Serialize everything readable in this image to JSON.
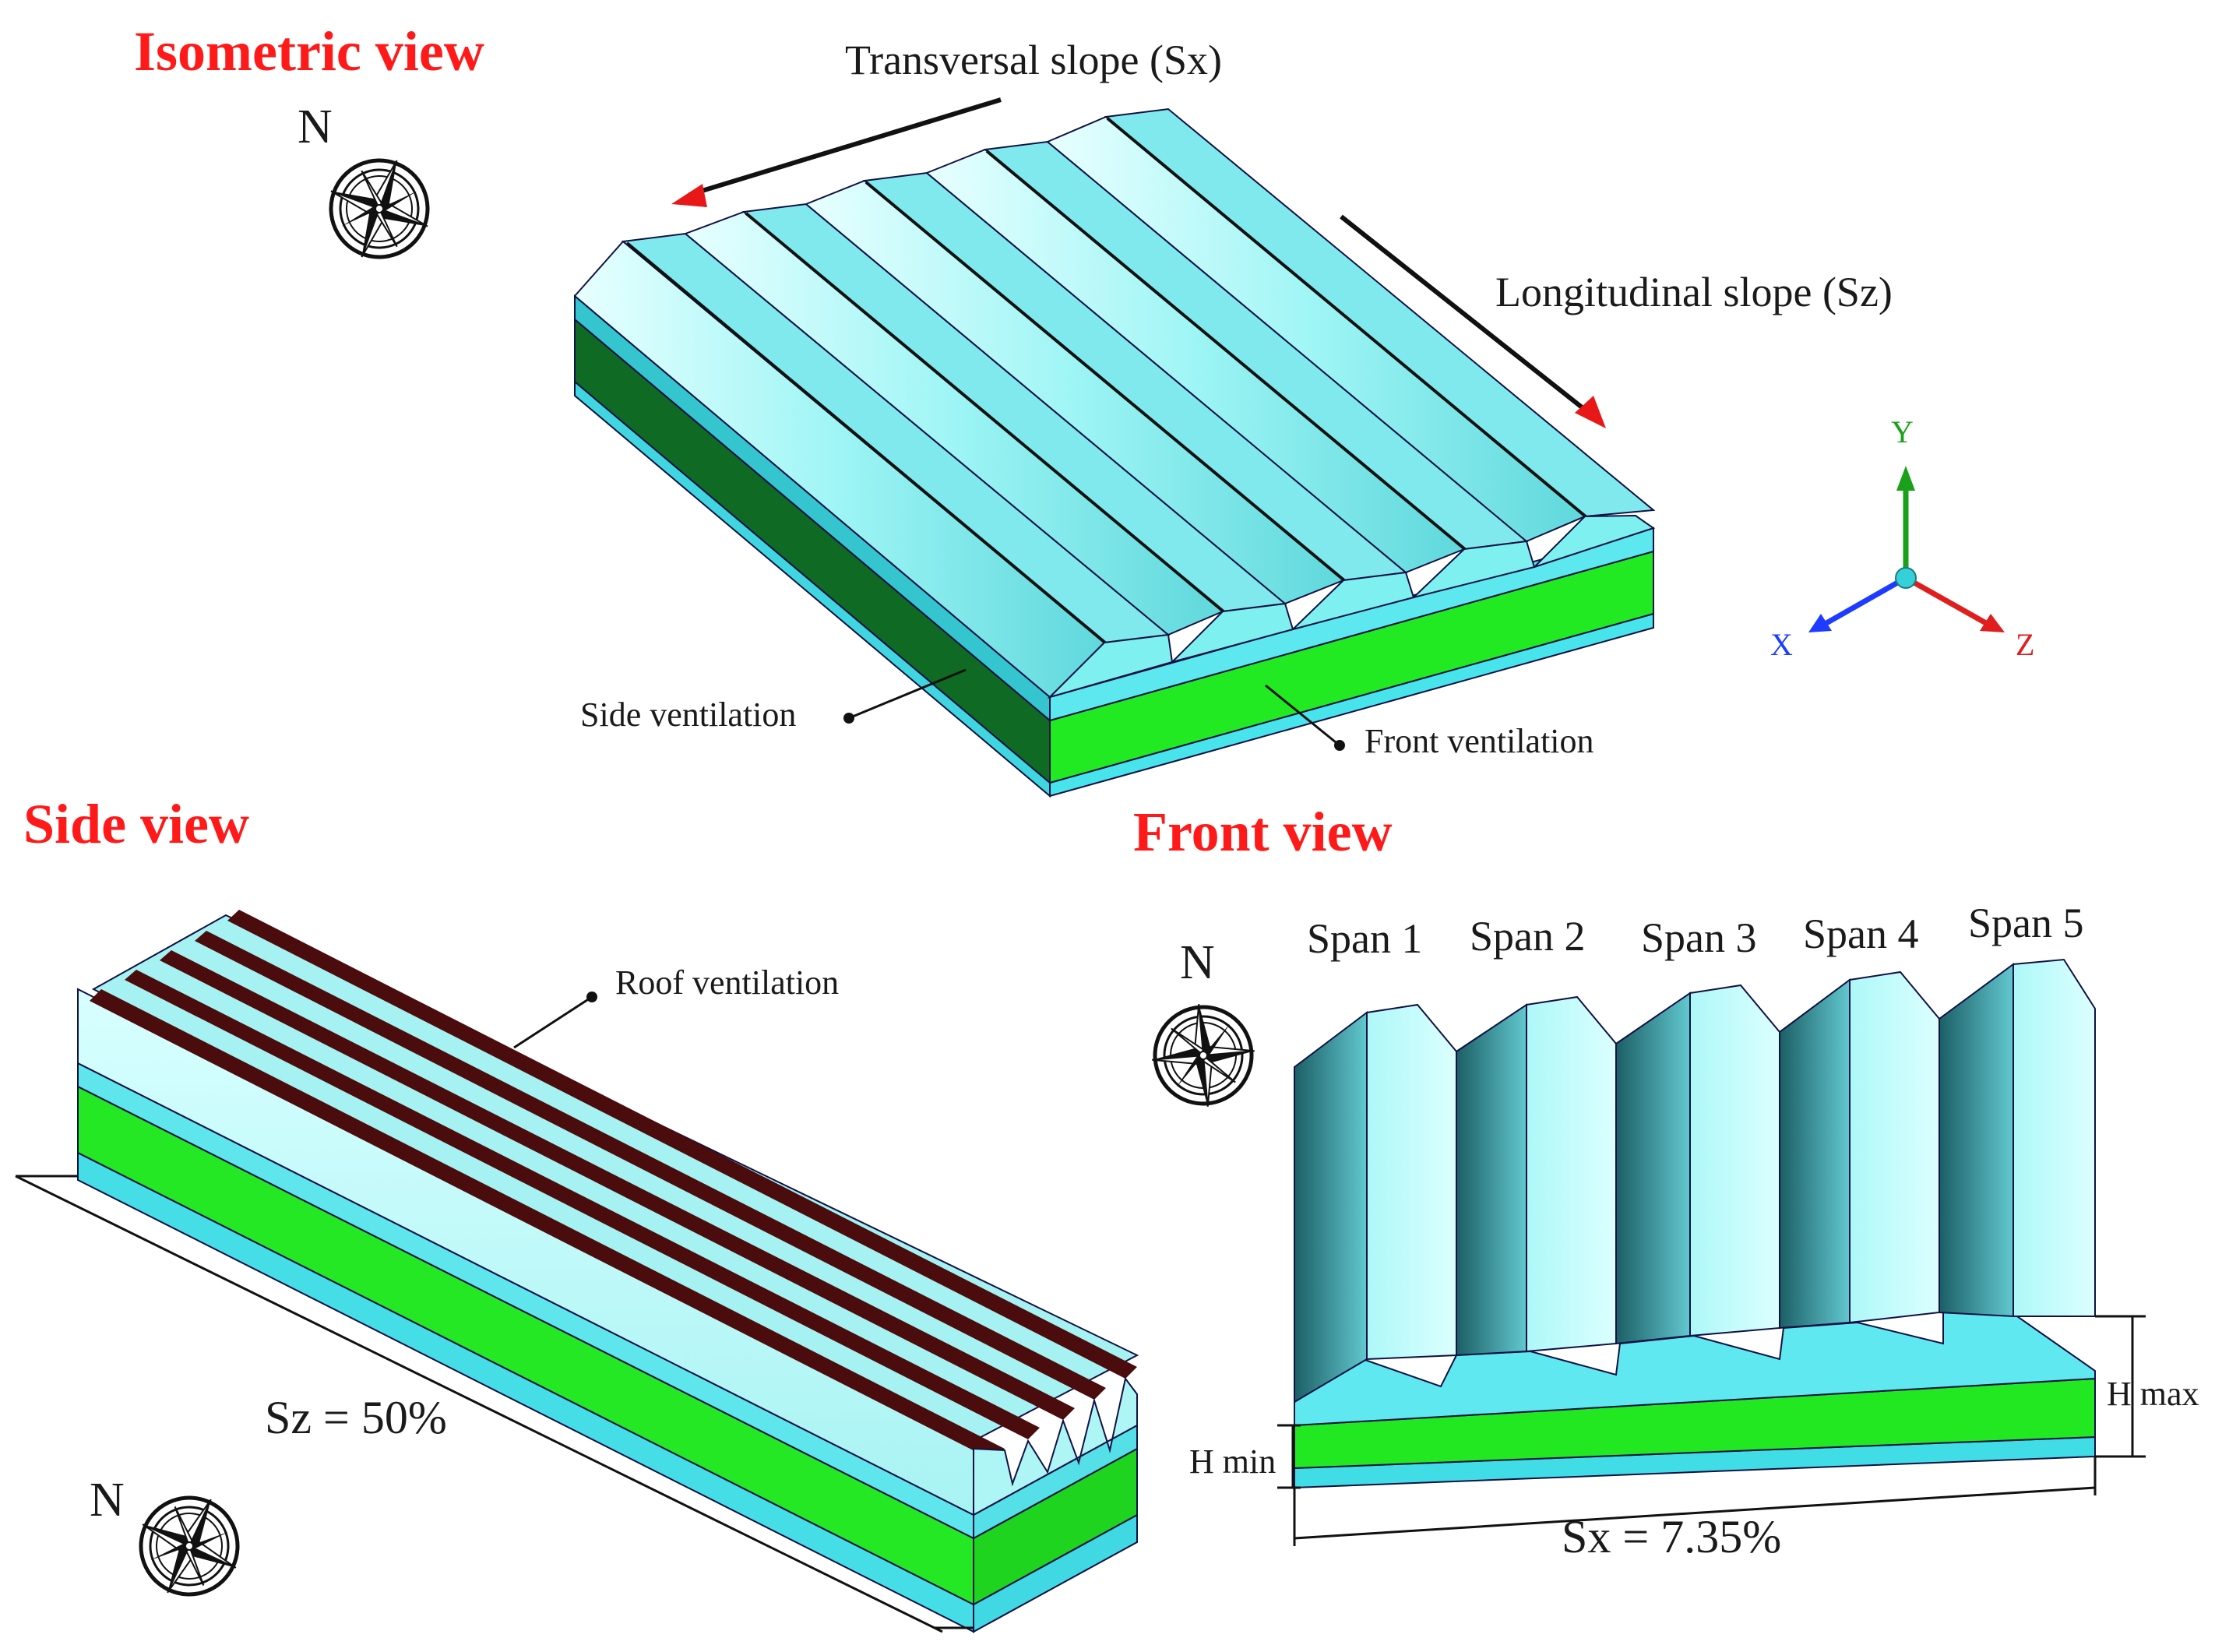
{
  "titles": {
    "isometric": "Isometric view",
    "side": "Side view",
    "front": "Front view"
  },
  "labels": {
    "transversal_slope": "Transversal slope (Sx)",
    "longitudinal_slope": "Longitudinal slope (Sz)",
    "side_ventilation": "Side ventilation",
    "front_ventilation": "Front ventilation",
    "roof_ventilation": "Roof ventilation",
    "sz": "Sz = 50%",
    "sx": "Sx = 7.35%",
    "h_min": "H min",
    "h_max": "H max"
  },
  "spans": [
    "Span 1",
    "Span 2",
    "Span 3",
    "Span 4",
    "Span 5"
  ],
  "compass": {
    "north": "N"
  },
  "axes": {
    "x": "X",
    "y": "Y",
    "z": "Z"
  },
  "colors": {
    "title": "#ff1a1a",
    "roof_light": "#b9fbfb",
    "roof_mid": "#7df0f0",
    "roof_dark": "#1f6f78",
    "wall_green": "#1ee61e",
    "base_cyan": "#40e0e8",
    "vent_dark": "#4a0c0c",
    "axis_x": "#1e3cff",
    "axis_y": "#1aa01a",
    "axis_z": "#e01e1e",
    "arrow_head": "#e81818"
  }
}
